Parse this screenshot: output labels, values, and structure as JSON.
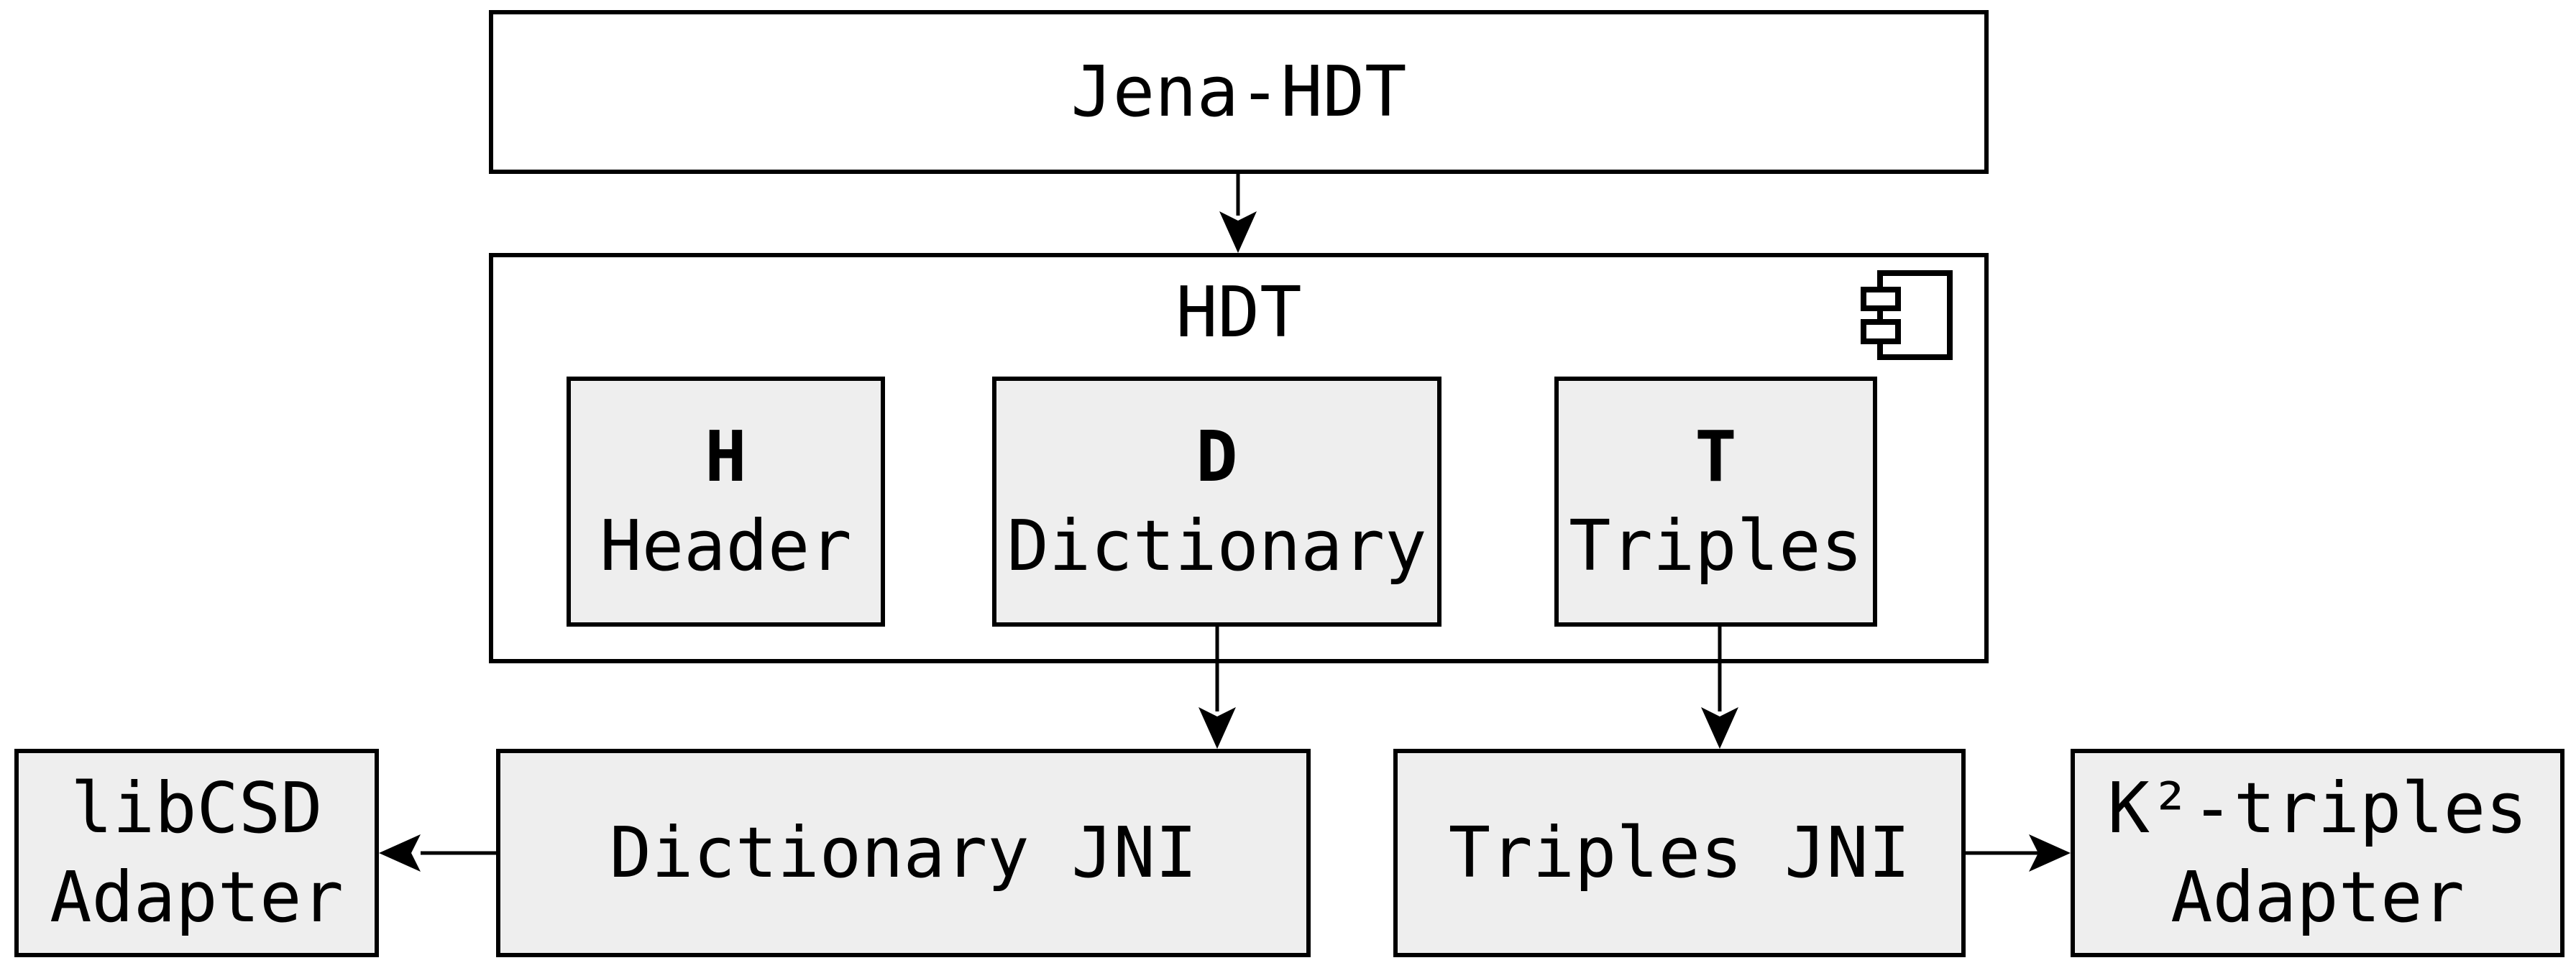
{
  "colors": {
    "background": "#ffffff",
    "container_fill": "#ffffff",
    "node_fill": "#eeeeee",
    "border": "#000000",
    "connector": "#000000",
    "text": "#000000"
  },
  "nodes": {
    "jena_hdt": {
      "label": "Jena-HDT"
    },
    "hdt": {
      "label": "HDT",
      "icon": "uml-component-icon"
    },
    "header": {
      "initial": "H",
      "label": "Header"
    },
    "dictionary": {
      "initial": "D",
      "label": "Dictionary"
    },
    "triples": {
      "initial": "T",
      "label": "Triples"
    },
    "dictionary_jni": {
      "label": "Dictionary JNI"
    },
    "triples_jni": {
      "label": "Triples JNI"
    },
    "libcsd_adapter": {
      "line1": "libCSD",
      "line2": "Adapter"
    },
    "k2_adapter": {
      "line1": "K²-triples",
      "line2": "Adapter"
    }
  },
  "connectors": [
    {
      "from": "jena_hdt",
      "to": "hdt",
      "direction": "down"
    },
    {
      "from": "dictionary",
      "to": "dictionary_jni",
      "direction": "down"
    },
    {
      "from": "triples",
      "to": "triples_jni",
      "direction": "down"
    },
    {
      "from": "dictionary_jni",
      "to": "libcsd_adapter",
      "direction": "left"
    },
    {
      "from": "triples_jni",
      "to": "k2_adapter",
      "direction": "right"
    }
  ]
}
